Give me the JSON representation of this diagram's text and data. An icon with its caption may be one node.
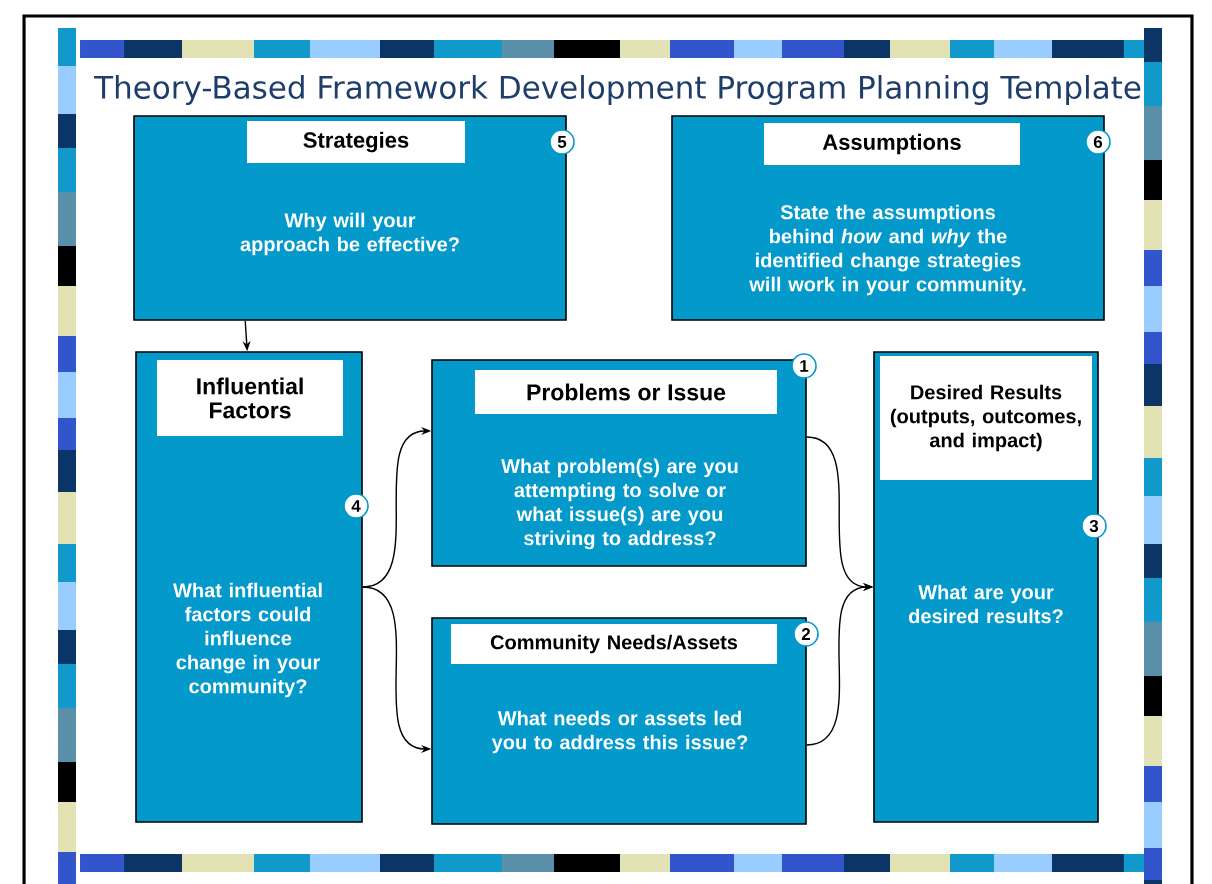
{
  "diagram": {
    "title": "Theory-Based Framework Development Program Planning Template",
    "nodes": [
      {
        "text": [
          "Strategies",
          "5",
          "Why will your approach be effective?"
        ]
      },
      {
        "text": [
          "Assumptions",
          "6",
          "State the assumptions behind *how* and *why* the identified change strategies will work in your community."
        ]
      },
      {
        "text": [
          "Influential Factors",
          "4",
          "What influential factors could influence change in your community?"
        ]
      },
      {
        "text": [
          "Problems or Issue",
          "1",
          "What problem(s) are you attempting to solve or what issue(s) are you striving to address?"
        ]
      },
      {
        "text": [
          "Community Needs/Assets",
          "2",
          "What needs or assets led you to address this issue?"
        ]
      },
      {
        "text": [
          "Desired Results (outputs, outcomes, and impact)",
          "3",
          "What are your desired results?"
        ]
      }
    ],
    "edges": [
      {
        "from": 0,
        "to": 2,
        "arrow": "to"
      },
      {
        "from": 2,
        "to": 3,
        "arrow": "to"
      },
      {
        "from": 2,
        "to": 4,
        "arrow": "to"
      },
      {
        "from": 3,
        "to": 5,
        "arrow": "to"
      },
      {
        "from": 4,
        "to": 5,
        "arrow": "to"
      }
    ]
  }
}
